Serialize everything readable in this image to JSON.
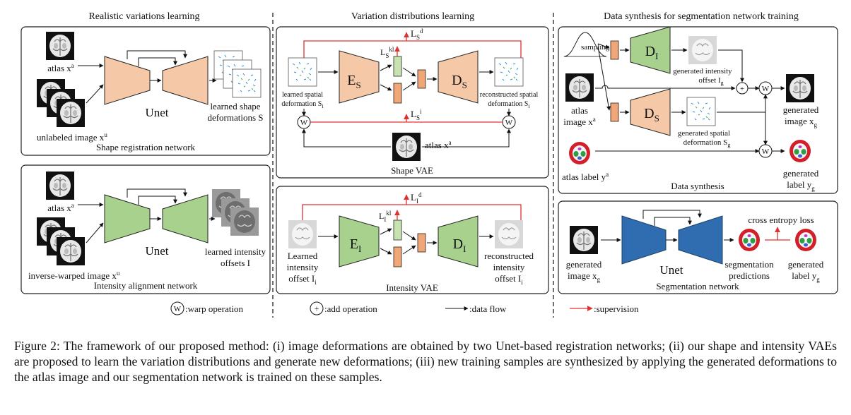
{
  "sections": {
    "left": "Realistic variations learning",
    "middle": "Variation distributions learning",
    "right": "Data synthesis for segmentation network training"
  },
  "shape_reg": {
    "atlas": "atlas x",
    "atlas_sup": "a",
    "unlabeled": "unlabeled image x",
    "unlabeled_sup": "u",
    "unet": "Unet",
    "out1": "learned shape",
    "out2": "deformations S",
    "title": "Shape registration network"
  },
  "intensity_align": {
    "atlas": "atlas x",
    "atlas_sup": "a",
    "inverse": "inverse-warped image x",
    "inverse_sup": "u",
    "unet": "Unet",
    "out1": "learned intensity",
    "out2": "offsets I",
    "title": "Intensity alignment network"
  },
  "shape_vae": {
    "loss_d": "L",
    "loss_d_sub": "S",
    "loss_d_sup": "d",
    "loss_kl": "L",
    "loss_kl_sub": "S",
    "loss_kl_sup": "kl",
    "loss_i": "L",
    "loss_i_sub": "S",
    "loss_i_sup": "i",
    "enc": "E",
    "enc_sub": "S",
    "dec": "D",
    "dec_sub": "S",
    "in1": "learned spatial",
    "in2": "deformation S",
    "in2_sub": "i",
    "out1": "reconstructed spatial",
    "out2": "deformation S",
    "out2_sub": "i",
    "warp": "W",
    "atlas": "atlas x",
    "atlas_sup": "a",
    "title": "Shape VAE"
  },
  "intensity_vae": {
    "loss_d": "L",
    "loss_d_sub": "I",
    "loss_d_sup": "d",
    "loss_kl": "L",
    "loss_kl_sub": "I",
    "loss_kl_sup": "kl",
    "enc": "E",
    "enc_sub": "I",
    "dec": "D",
    "dec_sub": "I",
    "in1": "Learned",
    "in2": "intensity",
    "in3": "offset I",
    "in3_sub": "i",
    "out1": "reconstructed",
    "out2": "intensity",
    "out3": "offset I",
    "out3_sub": "i",
    "title": "Intensity VAE"
  },
  "synthesis": {
    "sampling": "sampling",
    "dec_i": "D",
    "dec_i_sub": "I",
    "gen_int1": "generated intensity",
    "gen_int2": "offset I",
    "gen_int2_sub": "g",
    "atlas1": "atlas",
    "atlas2": "image x",
    "atlas2_sup": "a",
    "dec_s": "D",
    "dec_s_sub": "S",
    "gen_sp1": "generated spatial",
    "gen_sp2": "deformation S",
    "gen_sp2_sub": "g",
    "gen_img1": "generated",
    "gen_img2": "image x",
    "gen_img2_sub": "g",
    "atlas_label": "atlas label y",
    "atlas_label_sup": "a",
    "gen_label1": "generated",
    "gen_label2": "label y",
    "gen_label2_sub": "g",
    "title": "Data synthesis",
    "plus": "+",
    "warp": "W"
  },
  "segmentation": {
    "ce": "cross entropy loss",
    "in1": "generated",
    "in2": "image x",
    "in2_sub": "g",
    "unet": "Unet",
    "pred1": "segmentation",
    "pred2": "predictions",
    "label1": "generated",
    "label2": "label y",
    "label2_sub": "g",
    "title": "Segmentation network"
  },
  "legend": {
    "warp_symbol": "W",
    "warp": ":warp operation",
    "add_symbol": "+",
    "add": ":add operation",
    "flow": ":data flow",
    "sup": ":supervision"
  },
  "caption": "Figure 2: The framework of our proposed method: (i) image deformations are obtained by two Unet-based registration networks; (ii) our shape and intensity VAEs are proposed to learn the variation distributions and generate new deformations; (iii) new training samples are synthesized by applying the generated deformations to the atlas image and our segmentation network is trained on these samples.",
  "colors": {
    "shape": "#f5c9a8",
    "intensity": "#a9d18e",
    "segmentation": "#2f6db0",
    "supervision": "#e03030"
  }
}
